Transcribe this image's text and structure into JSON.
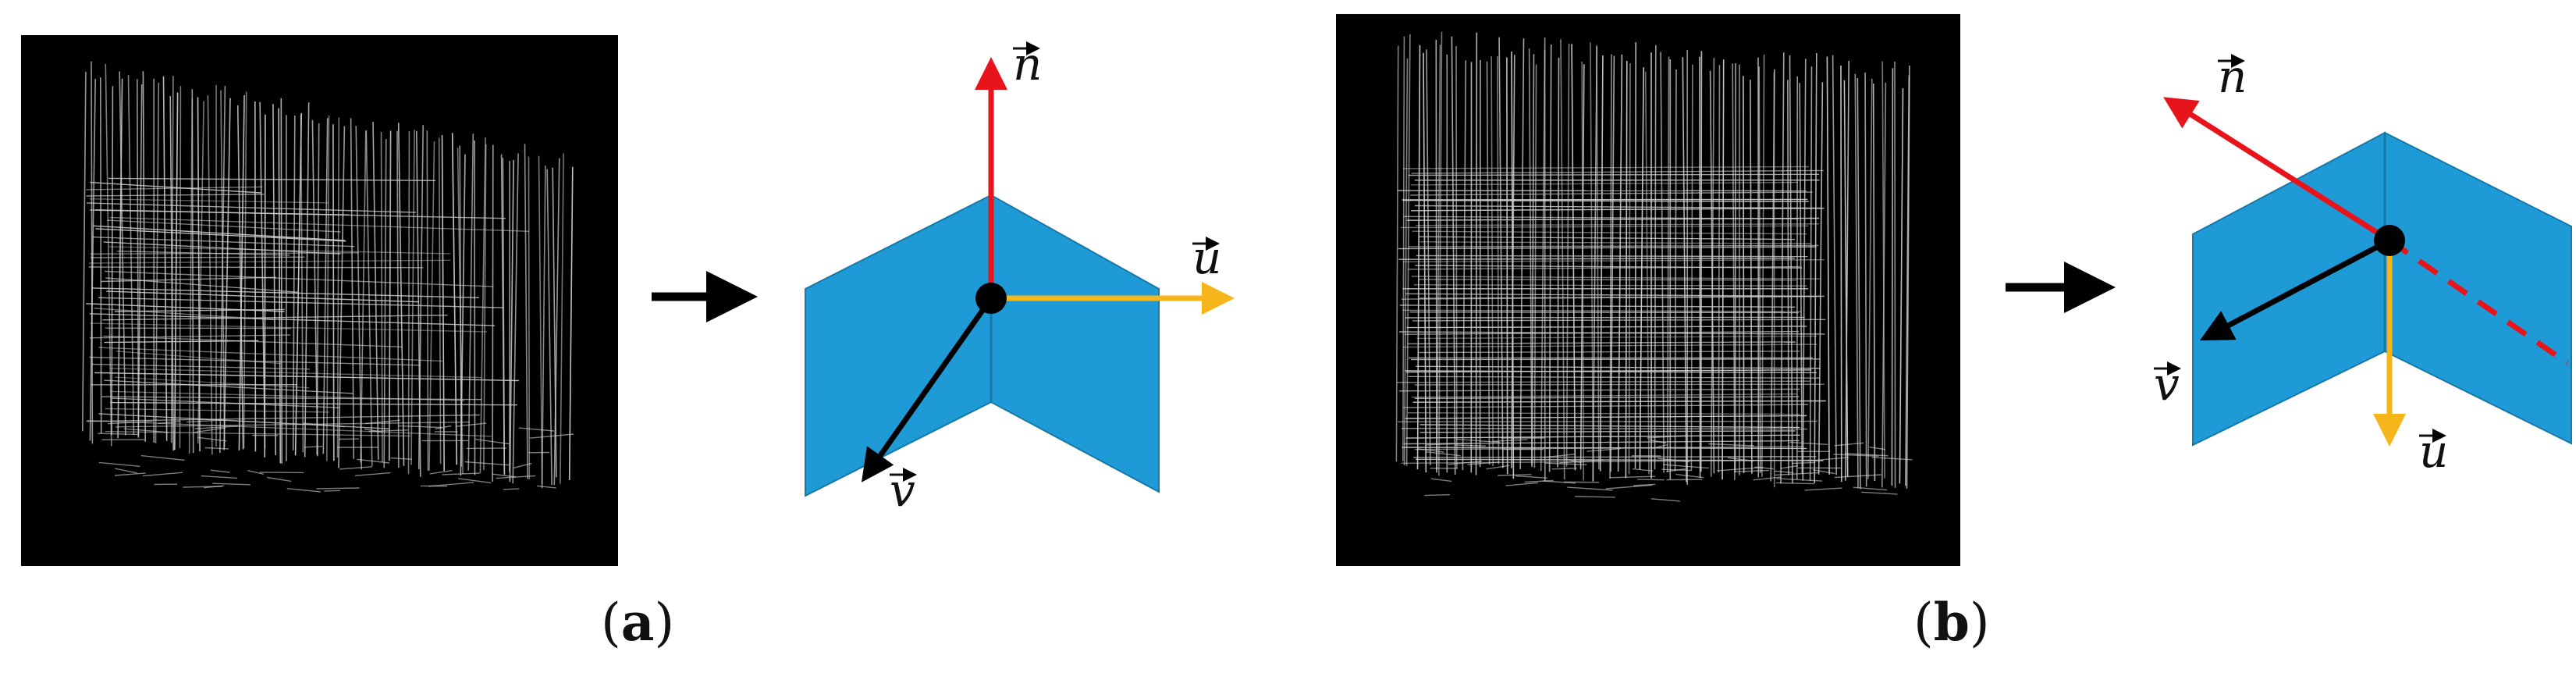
{
  "panels": [
    {
      "id": "a",
      "caption_open": "(",
      "caption_letter": "a",
      "caption_close": ")",
      "vectors": {
        "n": "n",
        "u": "u",
        "v": "v"
      },
      "arrow_symbol": "→"
    },
    {
      "id": "b",
      "caption_open": "(",
      "caption_letter": "b",
      "caption_close": ")",
      "vectors": {
        "n": "n",
        "u": "u",
        "v": "v"
      },
      "arrow_symbol": "→"
    }
  ],
  "colors": {
    "plane_fill": "#1E9AD6",
    "plane_edge": "#1878A8",
    "n_vector": "#E8141B",
    "u_vector": "#F6B51B",
    "v_vector": "#000000",
    "pointcloud_bg": "#000000",
    "pointcloud_lines": "#E8E8E8"
  }
}
